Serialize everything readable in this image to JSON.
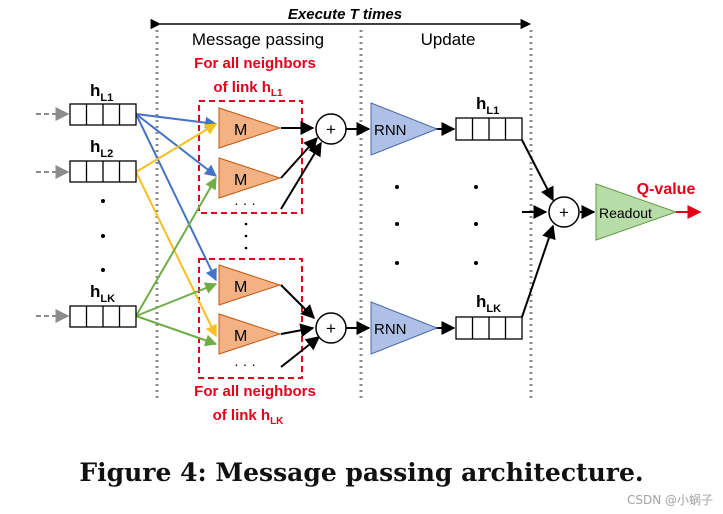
{
  "header": {
    "execute": "Execute T times"
  },
  "sections": {
    "message_passing": "Message passing",
    "update": "Update"
  },
  "neighbors_label": {
    "line1": "For all neighbors",
    "line2_prefix": "of link h",
    "sub_top": "L1",
    "sub_bottom": "LK"
  },
  "inputs": [
    {
      "main": "h",
      "sub": "L1"
    },
    {
      "main": "h",
      "sub": "L2"
    },
    {
      "main": "h",
      "sub": "LK"
    }
  ],
  "outputs": [
    {
      "main": "h",
      "sub": "L1"
    },
    {
      "main": "h",
      "sub": "LK"
    }
  ],
  "blocks": {
    "message": "M",
    "rnn": "RNN",
    "sum": "+",
    "readout": "Readout"
  },
  "output_label": "Q-value",
  "ellipsis": "· · ·",
  "caption": "Figure 4: Message passing architecture.",
  "watermark": "CSDN @小蜗子",
  "colors": {
    "blue": "#4472c4",
    "yellow": "#f5c022",
    "green": "#70ad47",
    "red": "#e3001b",
    "orange": "#f4b183",
    "rnn": "#aec0e6",
    "readout": "#b8dca8"
  }
}
